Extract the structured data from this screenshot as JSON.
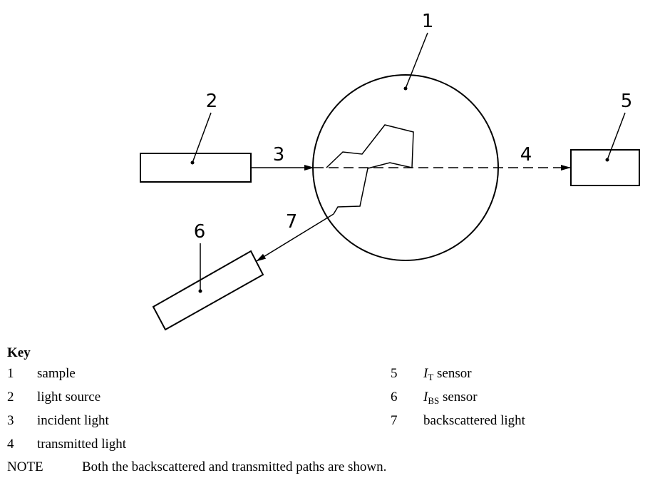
{
  "diagram": {
    "labels": {
      "sample": "1",
      "light_source": "2",
      "incident_light": "3",
      "transmitted_light": "4",
      "it_sensor": "5",
      "ibs_sensor": "6",
      "backscattered_light": "7"
    }
  },
  "key": {
    "title": "Key",
    "items": [
      {
        "num": "1",
        "text": "sample"
      },
      {
        "num": "2",
        "text": "light source"
      },
      {
        "num": "3",
        "text": "incident light"
      },
      {
        "num": "4",
        "text": "transmitted light"
      },
      {
        "num": "5",
        "symbol": "I",
        "sub": "T",
        "text": " sensor"
      },
      {
        "num": "6",
        "symbol": "I",
        "sub": "BS",
        "text": " sensor"
      },
      {
        "num": "7",
        "text": "backscattered light"
      }
    ]
  },
  "note": {
    "label": "NOTE",
    "text": "Both the backscattered and transmitted paths are shown."
  }
}
